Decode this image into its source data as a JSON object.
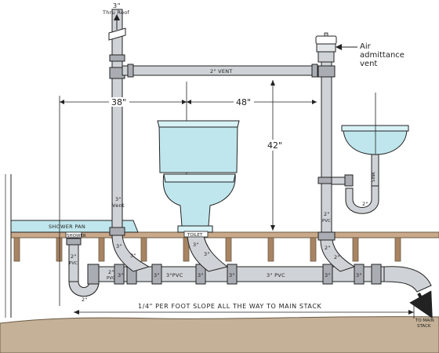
{
  "labels": {
    "roof_size": "3\"",
    "roof_text": "Thru Roof",
    "air_vent_1": "Air",
    "air_vent_2": "admittance",
    "air_vent_3": "vent",
    "vent_2in": "2\" VENT",
    "dim_38": "38\"",
    "dim_48": "48\"",
    "dim_42": "42\"",
    "vent_3in_a": "3\"",
    "vent_3in_b": "Vent",
    "sink": "SINK",
    "sink_trap": "2\"",
    "sink_drain_a": "2\"",
    "sink_drain_b": "PVC",
    "shower_pan": "SHOWER PAN",
    "shower_drain": "SHOWER",
    "toilet_flange": "TOILET",
    "shower_pipe_a": "2\"",
    "shower_pipe_b": "PVC",
    "shower_trap": "2\"",
    "fit_2pvc_a": "2\"",
    "fit_2pvc_b": "PVC",
    "fit_3_a": "3\"",
    "fit_3_b": "3\"",
    "fit_3_c": "3\"",
    "fit_3_d": "3\"",
    "fit_3_e": "3\"",
    "fit_3_f": "3\"",
    "fit_3_g": "3\"",
    "fit_3_h": "3\"",
    "fit_3_i": "3\"",
    "fit_3_j": "3\"",
    "fit_2_sink": "2\"",
    "fit_2_b": "2\"",
    "pipe_3pvc_a": "3\"PVC",
    "pipe_3pvc_b": "3\" PVC",
    "slope": "1/4\" PER FOOT SLOPE ALL THE WAY TO MAIN STACK",
    "main_stack_1": "TO MAIN",
    "main_stack_2": "STACK"
  },
  "colors": {
    "pipe": "#cfd2d6",
    "pipe_dark": "#a9adb3",
    "fixture": "#bfe6ec",
    "fixture_light": "#d7f1f5",
    "wood": "#c9a98a",
    "joist": "#a88463",
    "ground": "#c4b198",
    "ink": "#222222"
  }
}
